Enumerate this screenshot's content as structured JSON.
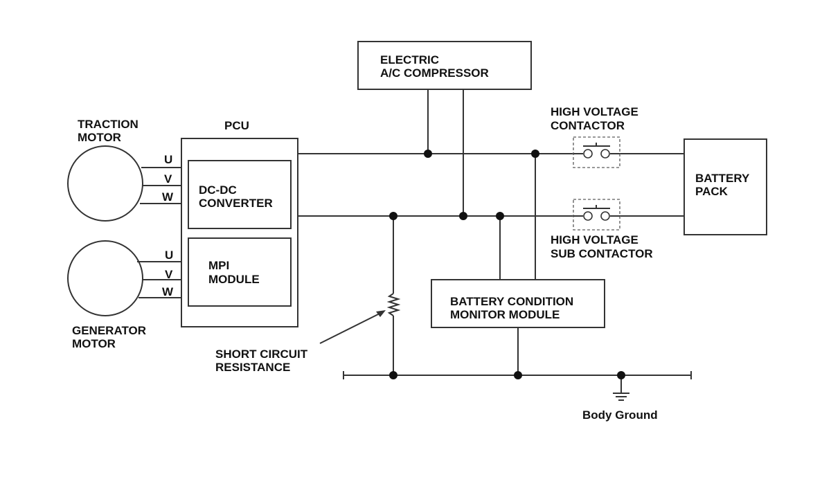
{
  "components": {
    "traction_motor": [
      "TRACTION",
      "MOTOR"
    ],
    "generator_motor": [
      "GENERATOR",
      "MOTOR"
    ],
    "pcu": "PCU",
    "dc_dc_converter": [
      "DC-DC",
      "CONVERTER"
    ],
    "mpi_module": [
      "MPI",
      "MODULE"
    ],
    "ac_compressor": [
      "ELECTRIC",
      "A/C COMPRESSOR"
    ],
    "high_voltage_contactor": [
      "HIGH VOLTAGE",
      "CONTACTOR"
    ],
    "high_voltage_sub_contactor": [
      "HIGH VOLTAGE",
      "SUB CONTACTOR"
    ],
    "battery_pack": [
      "BATTERY",
      "PACK"
    ],
    "battery_condition_monitor": [
      "BATTERY CONDITION",
      "MONITOR MODULE"
    ],
    "short_circuit_resistance": [
      "SHORT CIRCUIT",
      "RESISTANCE"
    ],
    "body_ground": "Body Ground"
  },
  "phases": {
    "traction": [
      "U",
      "V",
      "W"
    ],
    "generator": [
      "U",
      "V",
      "W"
    ]
  },
  "colors": {
    "line": "#333333",
    "text": "#111111",
    "contactor_outline": "#777777"
  }
}
